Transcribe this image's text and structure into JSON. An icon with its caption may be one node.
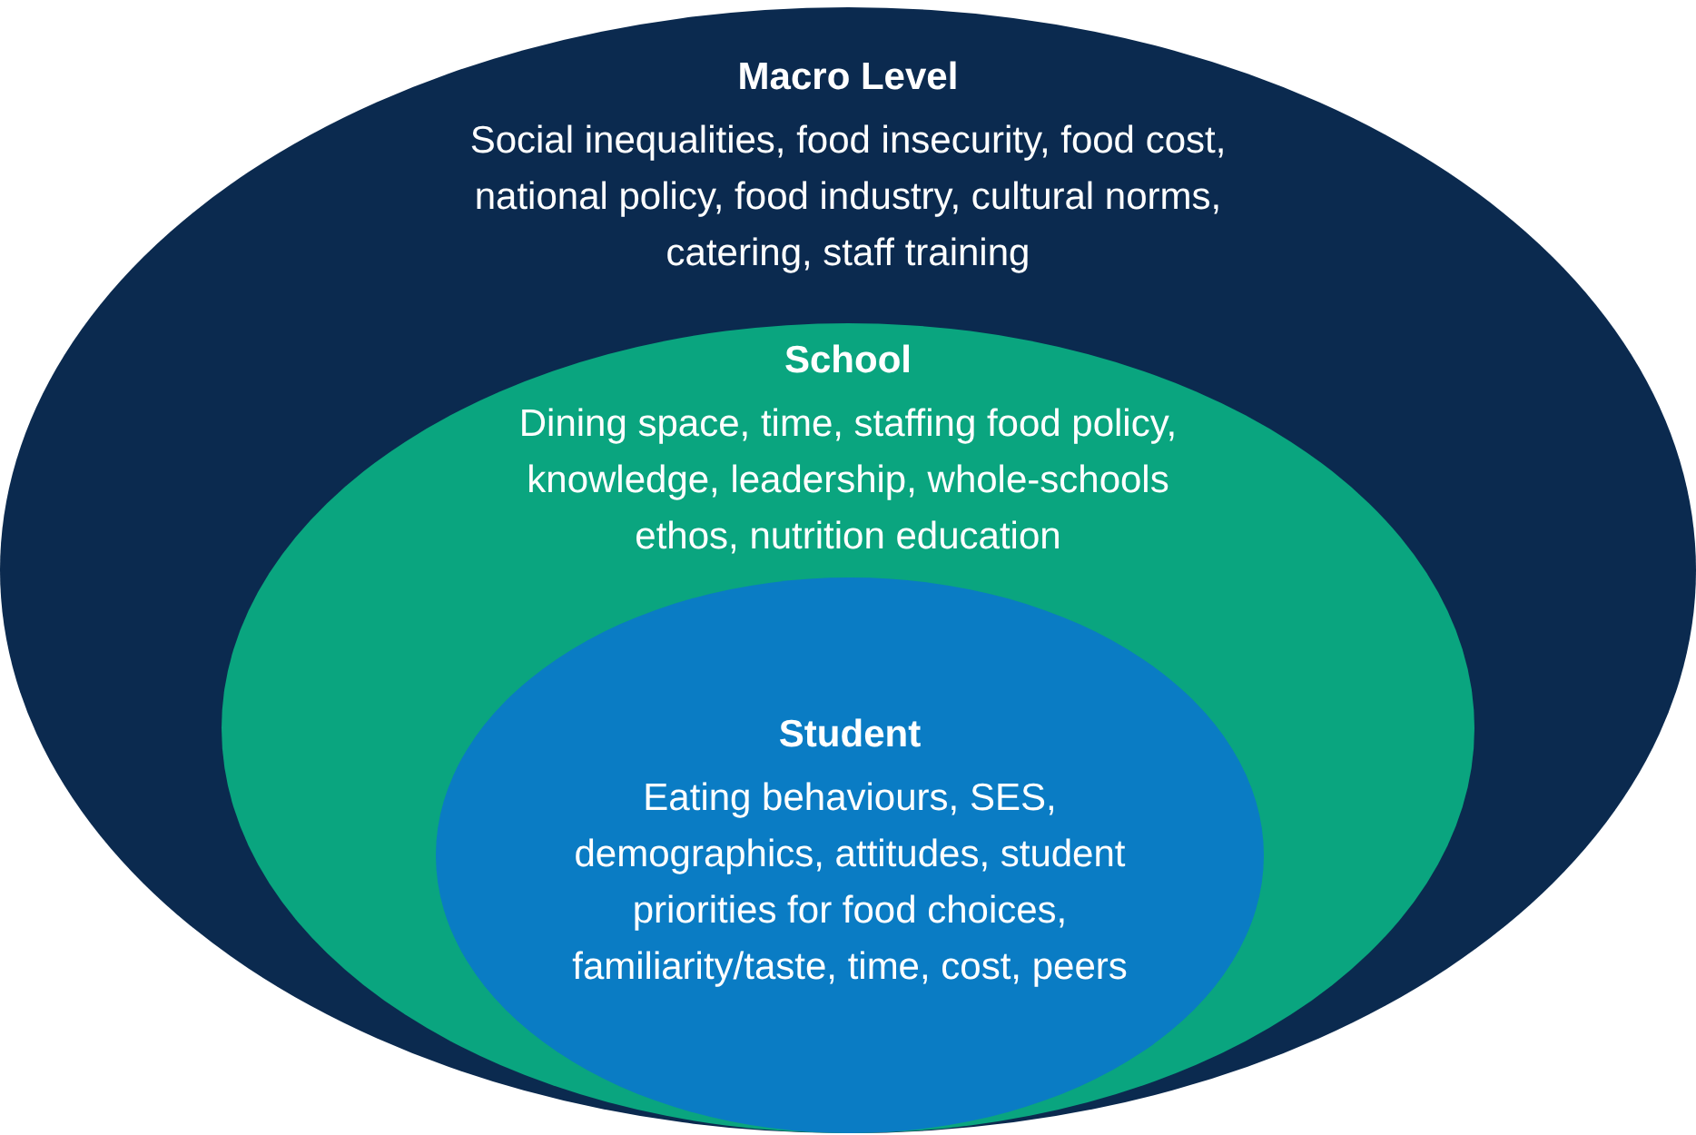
{
  "diagram": {
    "nodes": [
      {
        "text": [
          "Macro Level",
          "Social inequalities, food insecurity, food cost, national policy, food industry, cultural norms, catering, staff training"
        ]
      },
      {
        "text": [
          "School",
          "Dining space, time, staffing food policy, knowledge, leadership, whole-schools ethos, nutrition education"
        ],
        "in": 0
      },
      {
        "text": [
          "Student",
          "Eating behaviours, SES, demographics, attitudes, student priorities for food choices, familiarity/taste, time, cost, peers"
        ],
        "in": 1
      }
    ]
  }
}
